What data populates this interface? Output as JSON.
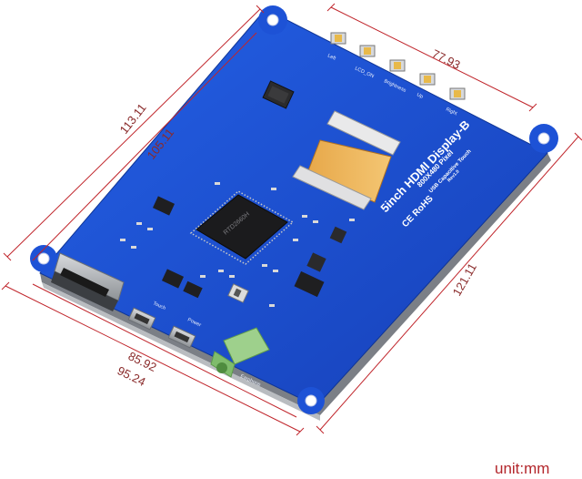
{
  "board": {
    "title": "5inch HDMI Display-B",
    "resolution": "800X480 Pixel",
    "touch": "USB Capacitive Touch",
    "revision": "Rev1.0",
    "cert": "CE RoHS",
    "buttons": [
      "Left",
      "LCD_ON",
      "Brightness",
      "Up",
      "Right"
    ],
    "port_labels": [
      "Touch",
      "Power",
      "Earphone"
    ]
  },
  "dimensions": {
    "outer_height": "113.11",
    "inner_height": "105.11",
    "top_width": "77.93",
    "outer_length": "121.11",
    "inner_width": "85.92",
    "outer_width": "95.24"
  },
  "unit_label": "unit:mm",
  "colors": {
    "board": "#1a4fd0",
    "dimension_line": "#c0252b",
    "unit_text": "#b3262b"
  }
}
